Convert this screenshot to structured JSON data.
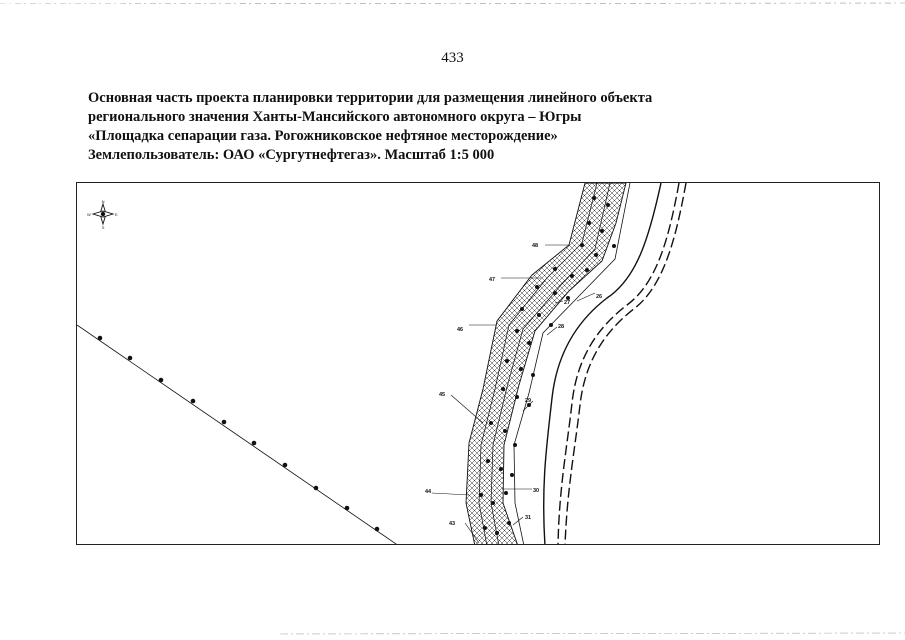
{
  "page": {
    "number": "433"
  },
  "heading": {
    "line1": "Основная часть проекта планировки территории для размещения линейного объекта",
    "line2": "регионального значения Ханты-Мансийского автономного округа – Югры",
    "line3": "«Площадка сепарации газа. Рогожниковское нефтяное месторождение»",
    "line4": "Землепользователь: ОАО «Сургутнефтегаз». Масштаб 1:5 000"
  },
  "map": {
    "compass": {
      "n": "N",
      "s": "S",
      "w": "W",
      "e": "E"
    },
    "point_labels": {
      "p48": "48",
      "p47": "47",
      "p46": "46",
      "p45": "45",
      "p44": "44",
      "p43": "43",
      "p26": "26",
      "p27": "27",
      "p28": "28",
      "p29": "29",
      "p30": "30",
      "p31": "31"
    }
  }
}
